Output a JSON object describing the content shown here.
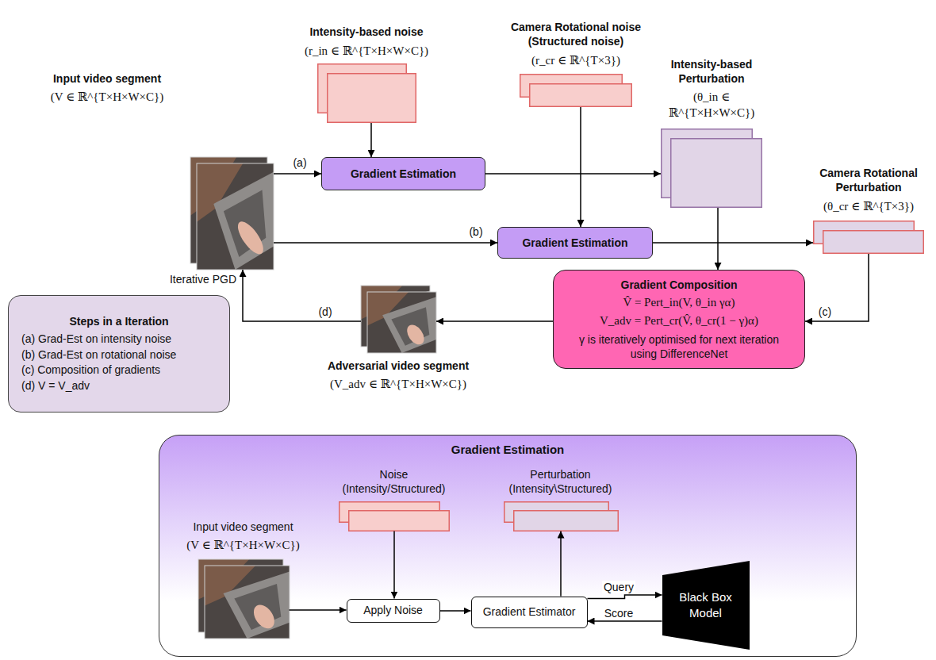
{
  "diagram": {
    "nodes": [
      {
        "text": [
          "Intensity-based noise",
          "(r_in ∈ ℝ^{T×H×W×C})"
        ]
      },
      {
        "text": [
          "Camera Rotational noise (Structured noise)",
          "(r_cr ∈ ℝ^{T×3})"
        ]
      },
      {
        "text": [
          "Intensity-based Perturbation",
          "(θ_in ∈ ℝ^{T×H×W×C})"
        ]
      },
      {
        "text": [
          "Input video segment",
          "(V ∈ ℝ^{T×H×W×C})"
        ]
      },
      {
        "text": [
          "Gradient Estimation"
        ]
      },
      {
        "text": [
          "Gradient Estimation"
        ]
      },
      {
        "text": [
          "Camera Rotational Perturbation",
          "(θ_cr ∈ ℝ^{T×3})"
        ]
      },
      {
        "text": [
          "Gradient Composition",
          "V̂ = Pert_in(V, θ_in γα)",
          "V_adv = Pert_cr(V̂, θ_cr(1 − γ)α)",
          "γ is iteratively optimised for next iteration using DifferenceNet"
        ]
      },
      {
        "text": [
          "Adversarial video segment",
          "(V_adv ∈ ℝ^{T×H×W×C})"
        ]
      },
      {
        "text": [
          "Steps in a Iteration",
          "(a) Grad-Est on intensity noise",
          "(b) Grad-Est on rotational noise",
          "(c) Composition of gradients",
          "(d) V = V_adv"
        ]
      },
      {
        "text": [
          "Gradient Estimation"
        ]
      },
      {
        "text": [
          "Input video segment",
          "(V ∈ ℝ^{T×H×W×C})"
        ],
        "in": 10
      },
      {
        "text": [
          "Noise (Intensity/Structured)"
        ],
        "in": 10
      },
      {
        "text": [
          "Perturbation (Intensity\\Structured)"
        ],
        "in": 10
      },
      {
        "text": [
          "Apply Noise"
        ],
        "in": 10
      },
      {
        "text": [
          "Gradient Estimator"
        ],
        "in": 10
      },
      {
        "text": [
          "Black Box Model"
        ],
        "in": 10
      }
    ],
    "edges": [
      {
        "from": 0,
        "to": 4,
        "arrow": "to"
      },
      {
        "from": 3,
        "to": 4,
        "label": "(a)",
        "arrow": "to"
      },
      {
        "from": 4,
        "to": 2,
        "arrow": "to"
      },
      {
        "from": 3,
        "to": 5,
        "label": "(b)",
        "arrow": "to"
      },
      {
        "from": 1,
        "to": 5,
        "arrow": "to"
      },
      {
        "from": 5,
        "to": 6,
        "arrow": "to"
      },
      {
        "from": 2,
        "to": 7,
        "arrow": "to"
      },
      {
        "from": 6,
        "to": 7,
        "label": "(c)",
        "arrow": "to"
      },
      {
        "from": 7,
        "to": 8,
        "arrow": "to"
      },
      {
        "from": 8,
        "to": 3,
        "label": "(d)",
        "arrow": "to"
      },
      {
        "from": 11,
        "to": 14,
        "arrow": "to"
      },
      {
        "from": 12,
        "to": 14,
        "arrow": "to"
      },
      {
        "from": 14,
        "to": 15,
        "arrow": "to"
      },
      {
        "from": 15,
        "to": 13,
        "arrow": "to"
      },
      {
        "from": 15,
        "to": 16,
        "label": "Query",
        "arrow": "to"
      },
      {
        "from": 16,
        "to": 15,
        "label": "Score",
        "arrow": "to"
      }
    ],
    "labels": [
      "Iterative PGD"
    ]
  }
}
